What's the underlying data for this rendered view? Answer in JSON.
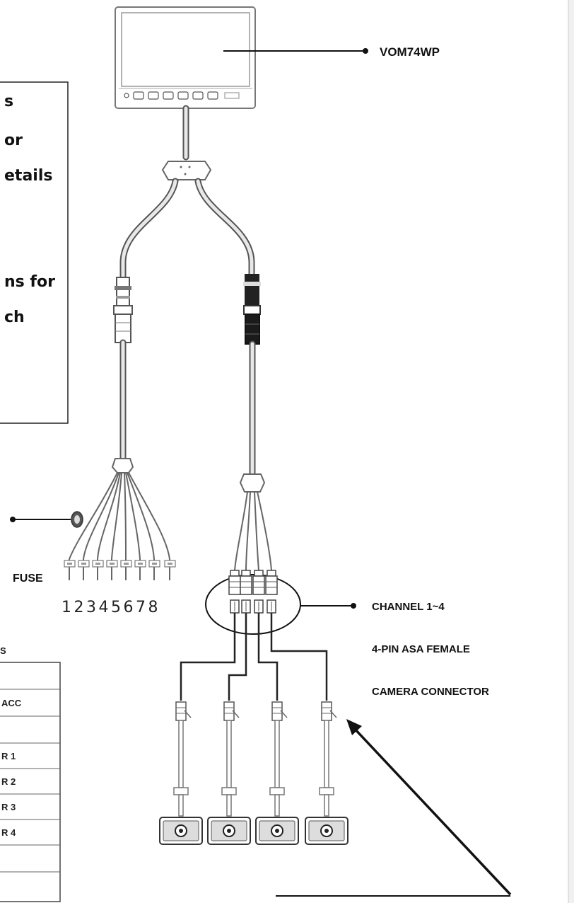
{
  "monitor_label": "VOM74WP",
  "note_lines": [
    "s",
    "or",
    "etails",
    "ns for",
    "ch"
  ],
  "fuse_label": "FUSE",
  "pin_numbers": "12345678",
  "channel_labels": [
    "CHANNEL 1~4",
    "4-PIN ASA FEMALE",
    "CAMERA CONNECTOR"
  ],
  "table": {
    "header": "S",
    "rows": [
      "",
      "ACC",
      "",
      "R 1",
      "R 2",
      "R 3",
      "R 4",
      "",
      ""
    ]
  }
}
